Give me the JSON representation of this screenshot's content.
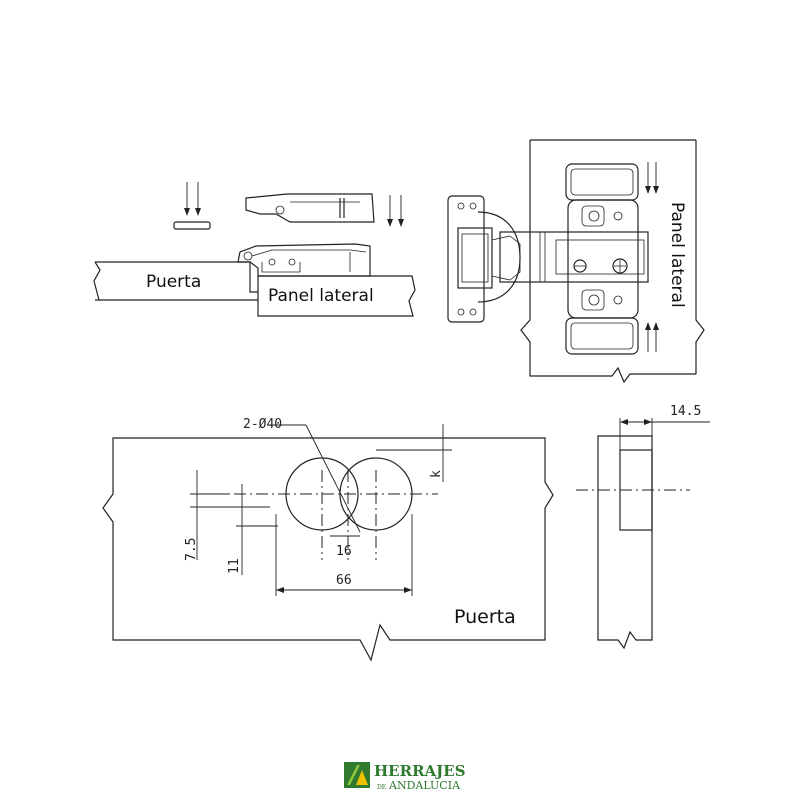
{
  "side_view": {
    "door_label": "Puerta",
    "panel_label": "Panel lateral"
  },
  "top_view": {
    "panel_label": "Panel lateral"
  },
  "front_view": {
    "door_label": "Puerta",
    "dim_bore": "2-Ø40",
    "dim_k": "k",
    "dim_75": "7.5",
    "dim_11": "11",
    "dim_16": "16",
    "dim_66": "66"
  },
  "section_view": {
    "dim_145": "14.5"
  },
  "logo": {
    "word1": "HERRAJES",
    "word2_prefix": "DE",
    "word2": "ANDALUCIA",
    "colors": {
      "green": "#2f7a2f",
      "light_green": "#8cc63f",
      "yellow": "#f2c200"
    }
  }
}
